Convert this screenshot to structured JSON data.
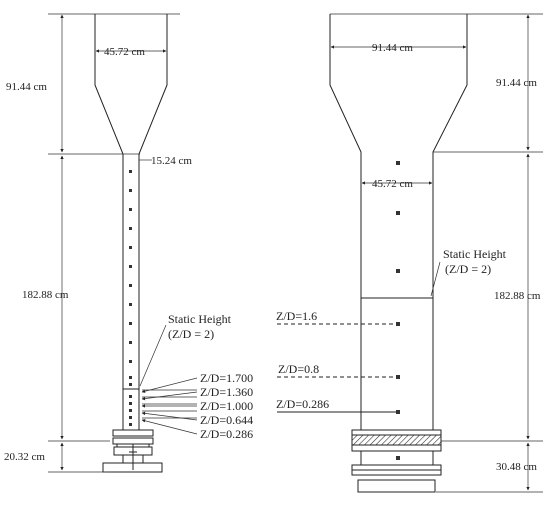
{
  "left_column": {
    "top_width": "45.72 cm",
    "top_height": "91.44 cm",
    "neck_width": "15.24 cm",
    "riser_height": "182.88 cm",
    "bottom_height": "20.32 cm",
    "static_height_line1": "Static Height",
    "static_height_line2": "(Z/D = 2)",
    "probe_labels": [
      "Z/D=1.700",
      "Z/D=1.360",
      "Z/D=1.000",
      "Z/D=0.644",
      "Z/D=0.286"
    ]
  },
  "right_column": {
    "top_width": "91.44 cm",
    "top_height": "91.44 cm",
    "riser_width": "45.72 cm",
    "riser_height": "182.88 cm",
    "bottom_height": "30.48 cm",
    "static_height_line1": "Static Height",
    "static_height_line2": "(Z/D = 2)",
    "probe_labels": [
      "Z/D=1.6",
      "Z/D=0.8",
      "Z/D=0.286"
    ]
  }
}
